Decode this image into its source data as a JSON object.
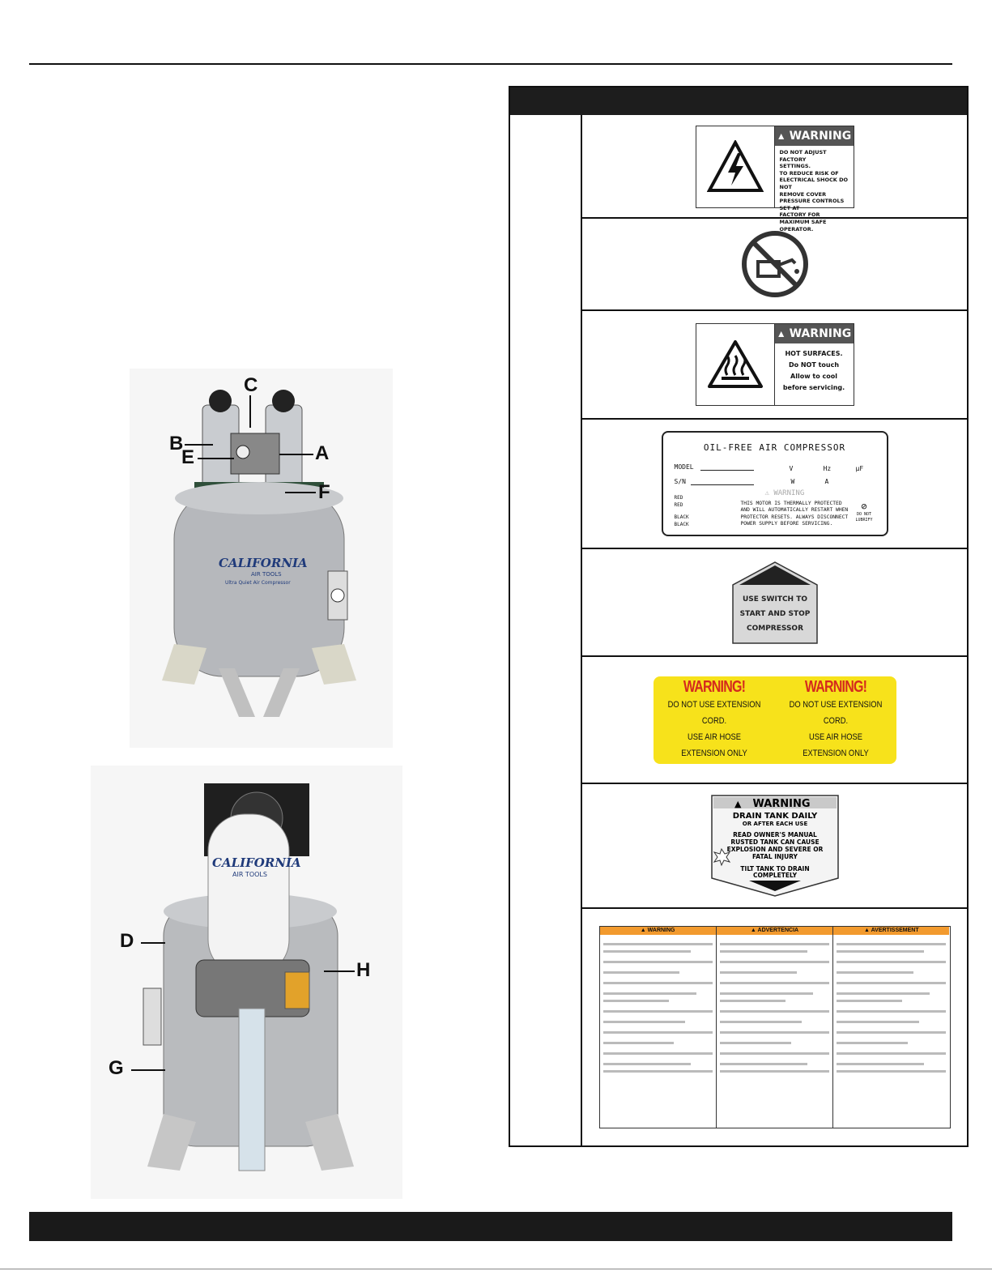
{
  "colors": {
    "dark": "#1a1a1a",
    "yellow": "#f7e21b",
    "red": "#d42a1e",
    "orange": "#f29a2e",
    "gray": "#b7b7b7"
  },
  "photo1": {
    "brand": "CALIFORNIA",
    "brand_sub": "AIR TOOLS",
    "tagline": "Ultra Quiet Air Compressor",
    "callouts": [
      "A",
      "B",
      "C",
      "E",
      "F"
    ]
  },
  "photo2": {
    "brand": "CALIFORNIA",
    "brand_sub": "AIR TOOLS",
    "callouts": [
      "D",
      "G",
      "H"
    ]
  },
  "labels": {
    "l1": {
      "header": "WARNING",
      "lines": [
        "DO NOT ADJUST FACTORY",
        "SETTINGS.",
        "TO REDUCE RISK OF",
        "ELECTRICAL SHOCK DO NOT",
        "REMOVE COVER",
        "PRESSURE CONTROLS SET AT",
        "FACTORY FOR MAXIMUM SAFE",
        "OPERATOR."
      ]
    },
    "l3": {
      "header": "WARNING",
      "lines": [
        "HOT SURFACES.",
        "Do NOT touch",
        "Allow to cool",
        "before servicing."
      ]
    },
    "l4": {
      "title": "OIL-FREE AIR COMPRESSOR",
      "model": "MODEL",
      "sn": "S/N",
      "v": "V",
      "hz": "Hz",
      "uf": "μF",
      "w": "W",
      "a": "A",
      "warning": "WARNING",
      "wires": [
        "RED",
        "RED",
        "BLACK",
        "BLACK"
      ],
      "text": [
        "THIS MOTOR IS THERMALLY PROTECTED",
        "AND WILL AUTOMATICALLY RESTART WHEN",
        "PROTECTOR RESETS. ALWAYS DISCONNECT",
        "POWER SUPPLY BEFORE SERVICING."
      ],
      "no_lub": [
        "DO NOT",
        "LUBRIFY"
      ]
    },
    "l5": {
      "lines": [
        "USE SWITCH TO",
        "START AND STOP",
        "COMPRESSOR"
      ]
    },
    "l6": {
      "title": "WARNING!",
      "lines": [
        "DO NOT USE EXTENSION CORD.",
        "USE AIR HOSE",
        "EXTENSION ONLY"
      ]
    },
    "l7": {
      "header": "WARNING",
      "line1": "DRAIN TANK DAILY",
      "line2": "OR AFTER EACH USE",
      "lines": [
        "READ OWNER'S MANUAL",
        "RUSTED TANK CAN CAUSE",
        "EXPLOSION AND SEVERE OR",
        "FATAL INJURY"
      ],
      "tilt": [
        "TILT TANK TO DRAIN",
        "COMPLETELY"
      ]
    },
    "l8": {
      "headers": [
        "WARNING",
        "ADVERTENCIA",
        "AVERTISSEMENT"
      ]
    }
  }
}
